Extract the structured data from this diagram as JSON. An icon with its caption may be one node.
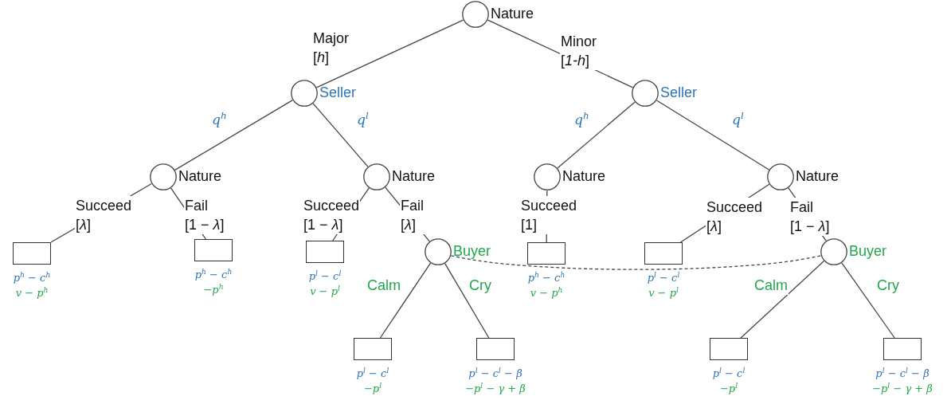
{
  "diagram": {
    "nodes": [
      {
        "text": [
          "Nature"
        ]
      },
      {
        "text": [
          "Seller"
        ]
      },
      {
        "text": [
          "Seller"
        ]
      },
      {
        "text": [
          "Nature"
        ]
      },
      {
        "text": [
          "Nature"
        ]
      },
      {
        "text": [
          "Nature"
        ]
      },
      {
        "text": [
          "Nature"
        ]
      },
      {
        "text": [],
        "shape": "box",
        "beside": [
          "p$^{h}$ − c$^{h}$",
          "v − p$^{h}$"
        ]
      },
      {
        "text": [],
        "shape": "box",
        "beside": [
          "p$^{h}$ − c$^{h}$",
          "−p$^{h}$"
        ]
      },
      {
        "text": [],
        "shape": "box",
        "beside": [
          "p$^{l}$ − c$^{l}$",
          "v − p$^{l}$"
        ]
      },
      {
        "text": [
          "Buyer"
        ]
      },
      {
        "text": [],
        "shape": "box",
        "beside": [
          "p$^{h}$ − c$^{h}$",
          "v − p$^{h}$"
        ]
      },
      {
        "text": [],
        "shape": "box",
        "beside": [
          "p$^{l}$ − c$^{l}$",
          "v − p$^{l}$"
        ]
      },
      {
        "text": [
          "Buyer"
        ]
      },
      {
        "text": [],
        "shape": "box",
        "beside": [
          "p$^{l}$ − c$^{l}$",
          "−p$^{l}$"
        ]
      },
      {
        "text": [],
        "shape": "box",
        "beside": [
          "p$^{l}$ − c$^{l}$ − β",
          "−p$^{l}$ − γ + β"
        ]
      },
      {
        "text": [],
        "shape": "box",
        "beside": [
          "p$^{l}$ − c$^{l}$",
          "−p$^{l}$"
        ]
      },
      {
        "text": [],
        "shape": "box",
        "beside": [
          "p$^{l}$ − c$^{l}$ − β",
          "−p$^{l}$ − γ + β"
        ]
      }
    ],
    "edges": [
      {
        "from": 0,
        "to": 1,
        "arrow": "none",
        "label": "Major [*h*]"
      },
      {
        "from": 0,
        "to": 2,
        "arrow": "none",
        "label": "Minor [*1-h*]"
      },
      {
        "from": 1,
        "to": 3,
        "arrow": "none",
        "label": "*q*$^{h}$"
      },
      {
        "from": 1,
        "to": 4,
        "arrow": "none",
        "label": "*q*$^{l}$"
      },
      {
        "from": 2,
        "to": 5,
        "arrow": "none",
        "label": "*q*$^{h}$"
      },
      {
        "from": 2,
        "to": 6,
        "arrow": "none",
        "label": "*q*$^{l}$"
      },
      {
        "from": 3,
        "to": 7,
        "arrow": "none",
        "label": "Succeed [*λ*]"
      },
      {
        "from": 3,
        "to": 8,
        "arrow": "none",
        "label": "Fail [1 − *λ*]"
      },
      {
        "from": 4,
        "to": 9,
        "arrow": "none",
        "label": "Succeed [1 − *λ*]"
      },
      {
        "from": 4,
        "to": 10,
        "arrow": "none",
        "label": "Fail [*λ*]"
      },
      {
        "from": 5,
        "to": 11,
        "arrow": "none",
        "label": "Succeed [1]"
      },
      {
        "from": 6,
        "to": 12,
        "arrow": "none",
        "label": "Succeed [*λ*]"
      },
      {
        "from": 6,
        "to": 13,
        "arrow": "none",
        "label": "Fail [1 − *λ*]"
      },
      {
        "from": 10,
        "to": 14,
        "arrow": "none",
        "label": "Calm"
      },
      {
        "from": 10,
        "to": 15,
        "arrow": "none",
        "label": "Cry"
      },
      {
        "from": 13,
        "to": 16,
        "arrow": "none",
        "label": "Calm"
      },
      {
        "from": 13,
        "to": 17,
        "arrow": "none",
        "label": "Cry"
      },
      {
        "from": 10,
        "to": 13,
        "arrow": "none",
        "style": "dashed"
      }
    ]
  }
}
